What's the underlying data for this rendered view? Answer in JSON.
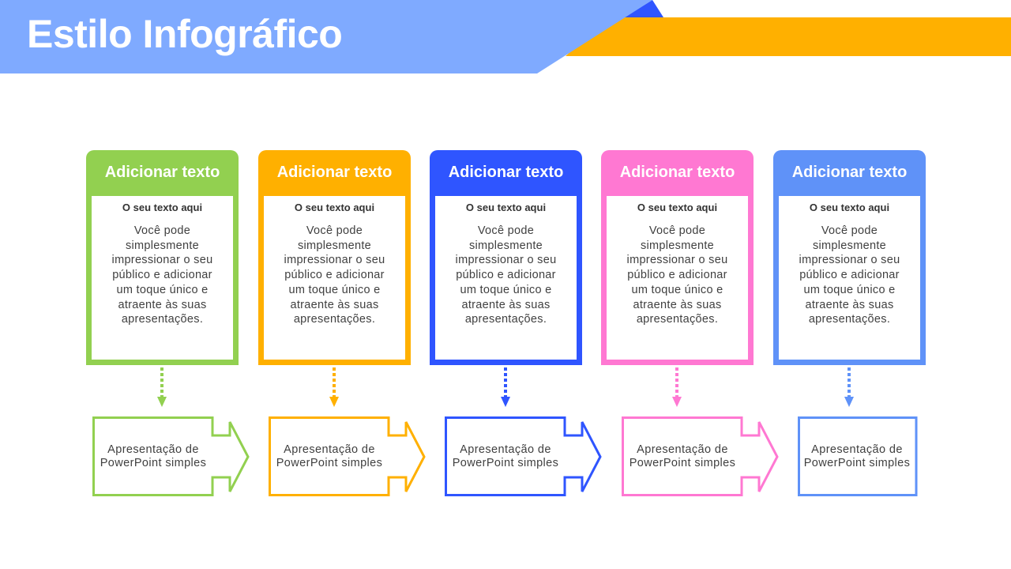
{
  "header": {
    "title": "Estilo Infográfico",
    "colors": {
      "band": "#7faaff",
      "accent_bar": "#ffb000",
      "triangle": "#2f55ff"
    }
  },
  "steps": [
    {
      "title": "Adicionar texto",
      "subtitle": "O seu texto aqui",
      "body": "Você pode simplesmente impressionar o seu público e adicionar um toque único e atraente às suas apresentações.",
      "box_text": "Apresentação de PowerPoint simples",
      "color": "#92d050"
    },
    {
      "title": "Adicionar texto",
      "subtitle": "O seu texto aqui",
      "body": "Você pode simplesmente impressionar o seu público e adicionar um toque único e atraente às suas apresentações.",
      "box_text": "Apresentação de PowerPoint simples",
      "color": "#ffb000"
    },
    {
      "title": "Adicionar texto",
      "subtitle": "O seu texto aqui",
      "body": "Você pode simplesmente impressionar o seu público e adicionar um toque único e atraente às suas apresentações.",
      "box_text": "Apresentação de PowerPoint simples",
      "color": "#2f55ff"
    },
    {
      "title": "Adicionar texto",
      "subtitle": "O seu texto aqui",
      "body": "Você pode simplesmente impressionar o seu público e adicionar um toque único e atraente às suas apresentações.",
      "box_text": "Apresentação de PowerPoint simples",
      "color": "#ff78d2"
    },
    {
      "title": "Adicionar texto",
      "subtitle": "O seu texto aqui",
      "body": "Você pode simplesmente impressionar o seu público e adicionar um toque único e atraente às suas apresentações.",
      "box_text": "Apresentação de PowerPoint simples",
      "color": "#5f92f8"
    }
  ]
}
